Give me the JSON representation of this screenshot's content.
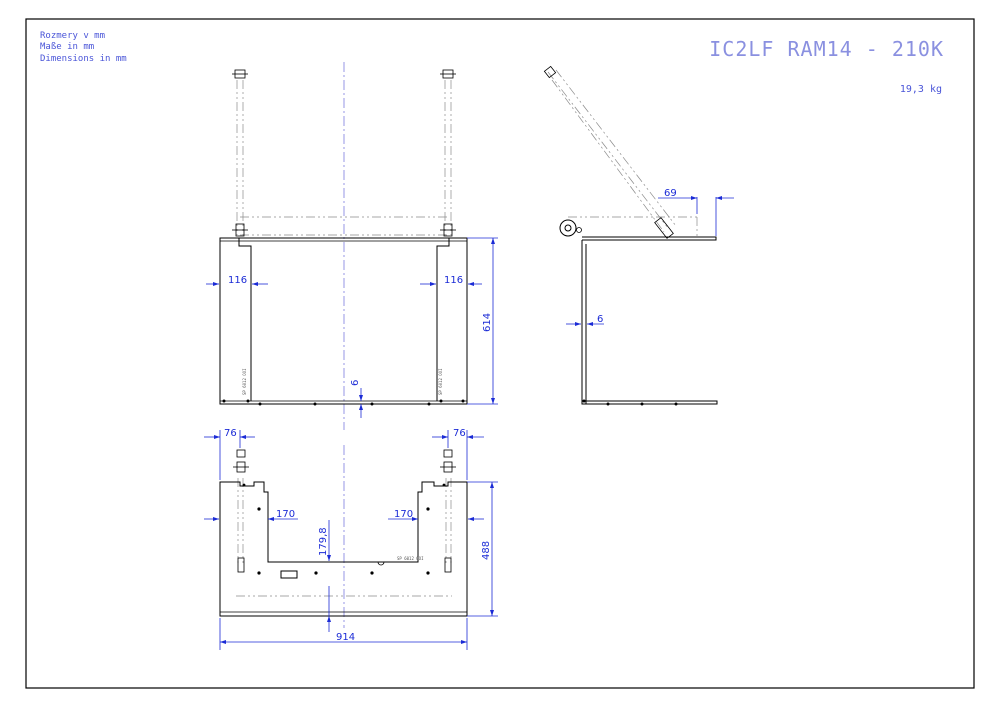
{
  "drawing": {
    "units_lines": [
      "Rozmery v mm",
      "Maße in mm",
      "Dimensions in mm"
    ],
    "title": "IC2LF RAM14 - 210K",
    "weight": "19,3 kg"
  },
  "dimensions": {
    "front_left_flange": "116",
    "front_right_flange": "116",
    "front_height": "614",
    "front_bottom_thickness": "6",
    "side_thickness": "6",
    "side_offset": "69",
    "top_left_edge": "76",
    "top_right_edge": "76",
    "top_left_inset": "170",
    "top_right_inset": "170",
    "top_inner_depth": "179,8",
    "top_depth": "488",
    "top_width": "914"
  },
  "part_markings": {
    "front_left_tag": "SP 6012 OOI",
    "front_right_tag": "SP 6012 OOI",
    "top_tag": "SP 6012 OOI"
  }
}
